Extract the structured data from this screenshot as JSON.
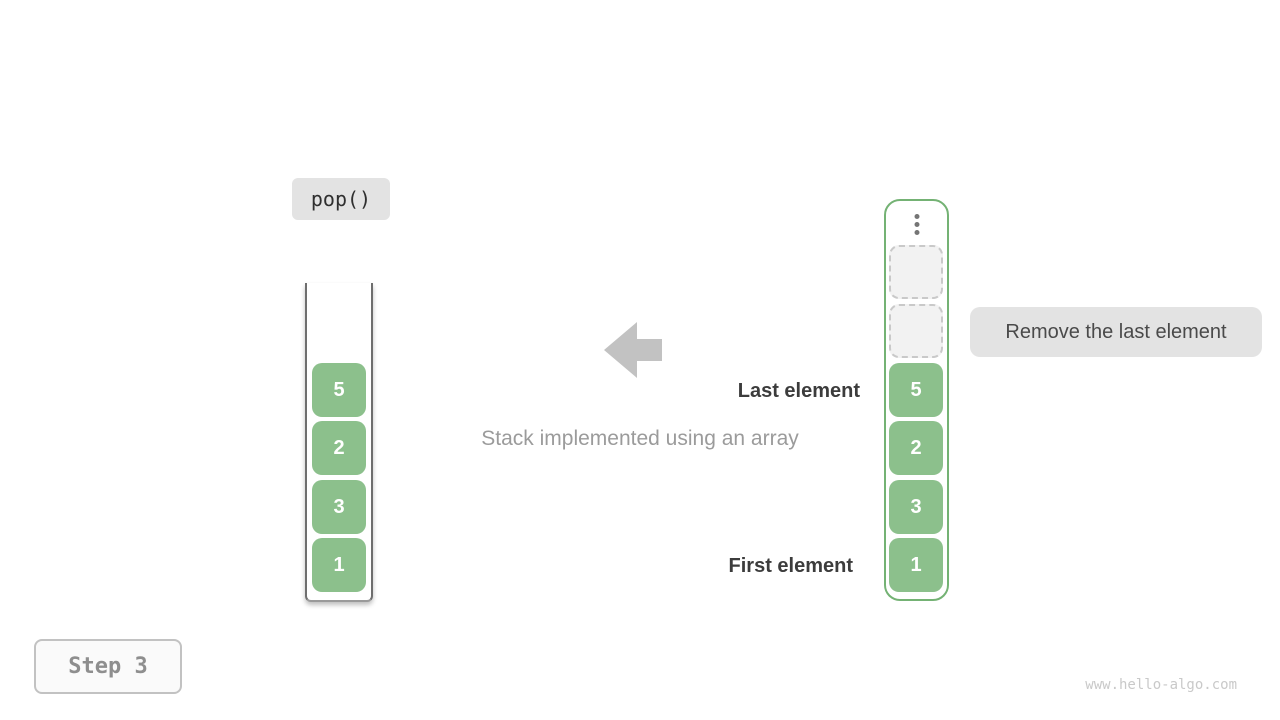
{
  "operation": {
    "label": "pop()"
  },
  "stack": {
    "cells": [
      "5",
      "2",
      "3",
      "1"
    ],
    "empty_slot_count": 2
  },
  "labels": {
    "last_element": "Last element",
    "first_element": "First element",
    "tooltip": "Remove the last element",
    "caption": "Stack implemented using an array"
  },
  "step_indicator": {
    "label": "Step 3"
  },
  "watermark": "www.hello-algo.com",
  "icons": {
    "ellipsis": "vertical-dots",
    "arrow": "left-block-arrow"
  },
  "colors": {
    "cell_green": "#8cc08c",
    "array_border_green": "#74b274",
    "badge_bg": "#e3e3e3",
    "arrow_gray": "#c2c2c2",
    "text_dark": "#3c3c3c",
    "text_gray": "#9b9b9b",
    "empty_cell_bg": "#f2f2f2",
    "empty_cell_border": "#c9c9c9"
  }
}
